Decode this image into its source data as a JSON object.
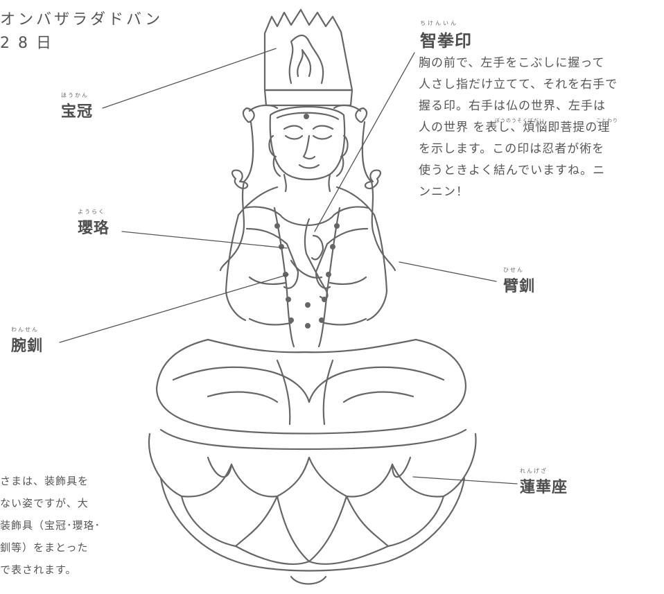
{
  "header": {
    "mantra": "オンバザラダドバン",
    "date": "28日"
  },
  "labels": {
    "houkan": {
      "ruby": "ほうかん",
      "text": "宝冠"
    },
    "chikenin": {
      "ruby": "ちけんいん",
      "text": "智拳印"
    },
    "youraku": {
      "ruby": "ようらく",
      "text": "瓔珞"
    },
    "hisen": {
      "ruby": "ひせん",
      "text": "臂釧"
    },
    "wansen": {
      "ruby": "わんせん",
      "text": "腕釧"
    },
    "rengeza": {
      "ruby": "れんげざ",
      "text": "蓮華座"
    }
  },
  "mudra_description": {
    "lines": [
      "胸の前で、左手をこぶしに握って",
      "人さし指だけ立てて、それを右手で",
      "握る印。右手は仏の世界、左手は",
      "人の世界 を表し、煩悩即菩提の理",
      "を示します。この印は忍者が術を",
      "使うときよく結んでいますね。ニ",
      "ンニン！"
    ],
    "ruby_bonnou": "ぼうのうそくぼだい",
    "ruby_kotowari": "ことわり"
  },
  "bottom_note": {
    "lines": [
      "さまは、装飾具を",
      "ない姿ですが、大",
      "装飾具（宝冠･瓔珞･",
      "釧等）をまとった",
      "で表されます。"
    ]
  }
}
